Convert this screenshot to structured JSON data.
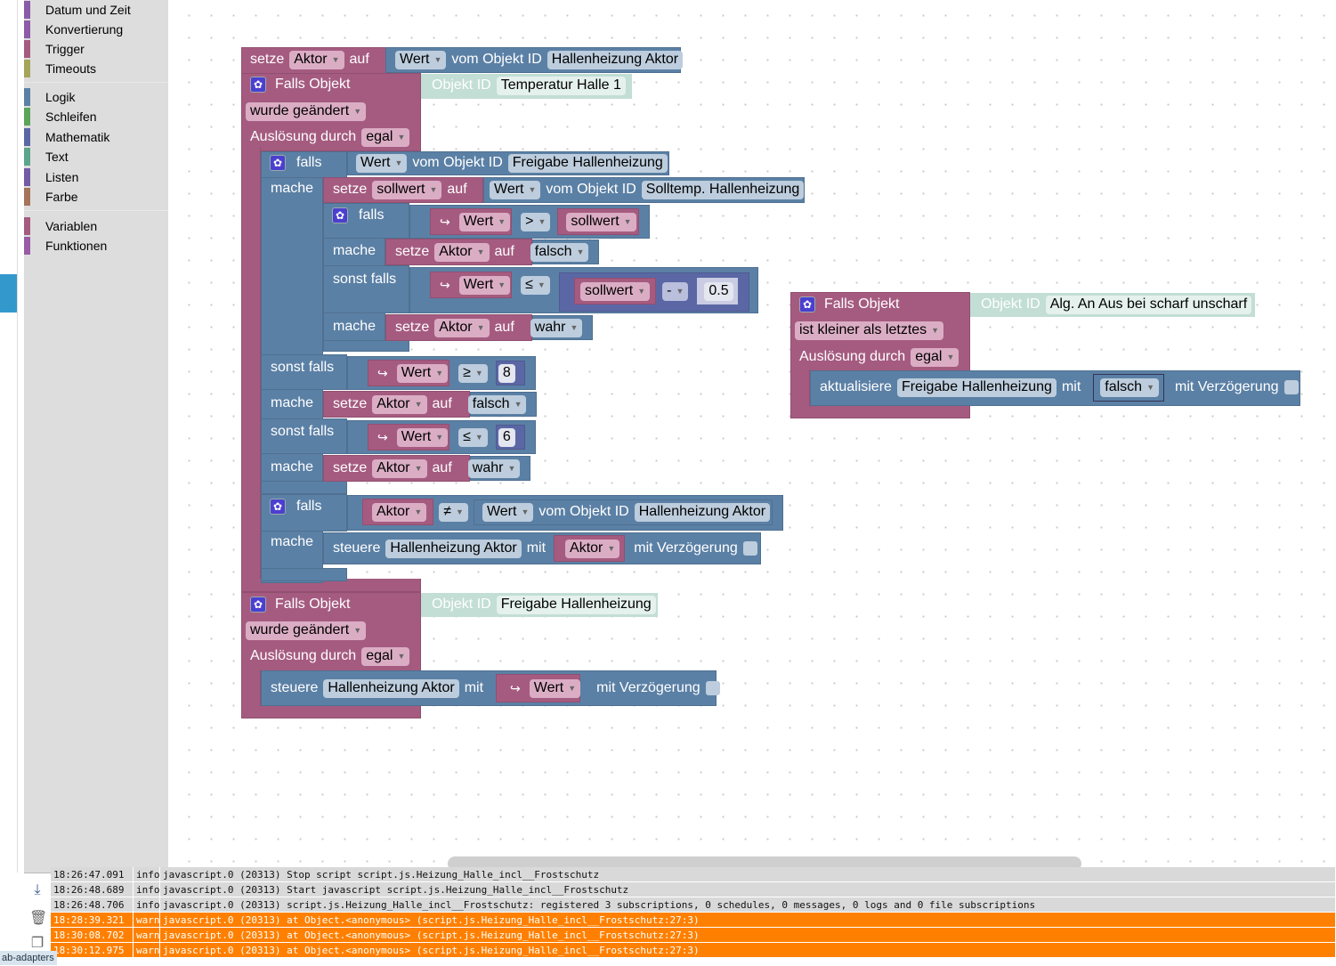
{
  "sidebar": {
    "items": [
      {
        "label": "Datum und Zeit",
        "color": "#8a5ba8"
      },
      {
        "label": "Konvertierung",
        "color": "#8e5ba8"
      },
      {
        "label": "Trigger",
        "color": "#a55b80"
      },
      {
        "label": "Timeouts",
        "color": "#a5a55b"
      },
      {
        "label": "Logik",
        "color": "#5b80a5"
      },
      {
        "label": "Schleifen",
        "color": "#5ba55b"
      },
      {
        "label": "Mathematik",
        "color": "#5b67a5"
      },
      {
        "label": "Text",
        "color": "#5ba58c"
      },
      {
        "label": "Listen",
        "color": "#745ba5"
      },
      {
        "label": "Farbe",
        "color": "#a5745b"
      },
      {
        "label": "Variablen",
        "color": "#a55b80"
      },
      {
        "label": "Funktionen",
        "color": "#995ba5"
      }
    ]
  },
  "w": {
    "setze": "setze",
    "auf": "auf",
    "aktor": "Aktor",
    "wert": "Wert",
    "vom": "vom Objekt ID",
    "falls_objekt": "Falls Objekt",
    "objekt_id": "Objekt ID",
    "wurde": "wurde geändert",
    "ausl": "Auslösung durch",
    "egal": "egal",
    "falls": "falls",
    "mache": "mache",
    "sonst": "sonst falls",
    "sollwert": "sollwert",
    "falsch": "falsch",
    "wahr": "wahr",
    "steuere": "steuere",
    "mit": "mit",
    "verz": "mit Verzögerung",
    "aktualisiere": "aktualisiere",
    "kleiner": "ist kleiner als letztes",
    "gt": ">",
    "le": "≤",
    "ge": "≥",
    "ne": "≠",
    "minus": "-",
    "n05": "0.5",
    "n8": "8",
    "n6": "6"
  },
  "ids": {
    "hallenheizung_aktor": "Hallenheizung Aktor",
    "temp": "Temperatur Halle 1",
    "freigabe": "Freigabe Hallenheizung",
    "solltemp": "Solltemp. Hallenheizung",
    "alg": "Alg. An Aus bei scharf unscharf"
  },
  "log": {
    "rows": [
      {
        "time": "18:26:47.091",
        "level": "info",
        "msg": "javascript.0 (20313) Stop script script.js.Heizung_Halle_incl__Frostschutz"
      },
      {
        "time": "18:26:48.689",
        "level": "info",
        "msg": "javascript.0 (20313) Start javascript script.js.Heizung_Halle_incl__Frostschutz"
      },
      {
        "time": "18:26:48.706",
        "level": "info",
        "msg": "javascript.0 (20313) script.js.Heizung_Halle_incl__Frostschutz: registered 3 subscriptions, 0 schedules, 0 messages, 0 logs and 0 file subscriptions"
      },
      {
        "time": "18:28:39.321",
        "level": "warn",
        "msg": "javascript.0 (20313) at Object.<anonymous> (script.js.Heizung_Halle_incl__Frostschutz:27:3)"
      },
      {
        "time": "18:30:08.702",
        "level": "warn",
        "msg": "javascript.0 (20313) at Object.<anonymous> (script.js.Heizung_Halle_incl__Frostschutz:27:3)"
      },
      {
        "time": "18:30:12.975",
        "level": "warn",
        "msg": "javascript.0 (20313) at Object.<anonymous> (script.js.Heizung_Halle_incl__Frostschutz:27:3)"
      }
    ]
  },
  "tooltip": "ab-adapters"
}
